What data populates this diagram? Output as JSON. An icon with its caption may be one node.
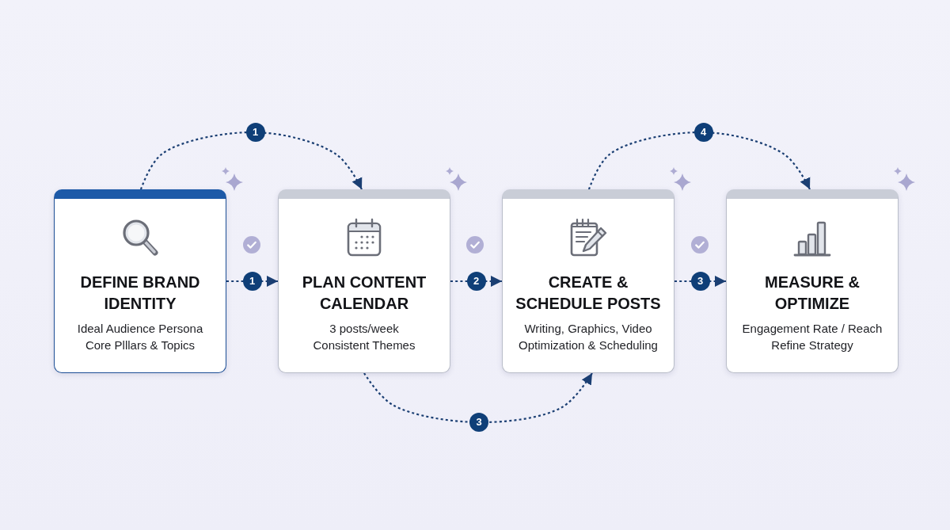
{
  "diagram": {
    "nodes": [
      {
        "text": [
          "DEFINE BRAND IDENTITY",
          "Ideal Audience Persona Core Plllars & Topics"
        ]
      },
      {
        "text": [
          "PLAN CONTENT CALENDAR",
          "3 posts/week Consistent Themes"
        ]
      },
      {
        "text": [
          "CREATE & SCHEDULE POSTS",
          "Writing, Graphics, Video Optimization & Scheduling"
        ]
      },
      {
        "text": [
          "MEASURE & OPTIMIZE",
          "Engagement Rate / Reach Refine Strategy"
        ]
      }
    ],
    "edges": [
      {
        "from": 0,
        "to": 1,
        "arrow": "to",
        "label": "1",
        "style": "dashed"
      },
      {
        "from": 1,
        "to": 2,
        "arrow": "to",
        "label": "2",
        "style": "dashed"
      },
      {
        "from": 2,
        "to": 3,
        "arrow": "to",
        "label": "3",
        "style": "dashed"
      },
      {
        "from": 0,
        "to": 1,
        "arrow": "to",
        "label": "1",
        "style": "dashed"
      },
      {
        "from": 1,
        "to": 2,
        "arrow": "to",
        "label": "3",
        "style": "dashed"
      },
      {
        "from": 2,
        "to": 3,
        "arrow": "to",
        "label": "4",
        "style": "dashed"
      }
    ]
  }
}
